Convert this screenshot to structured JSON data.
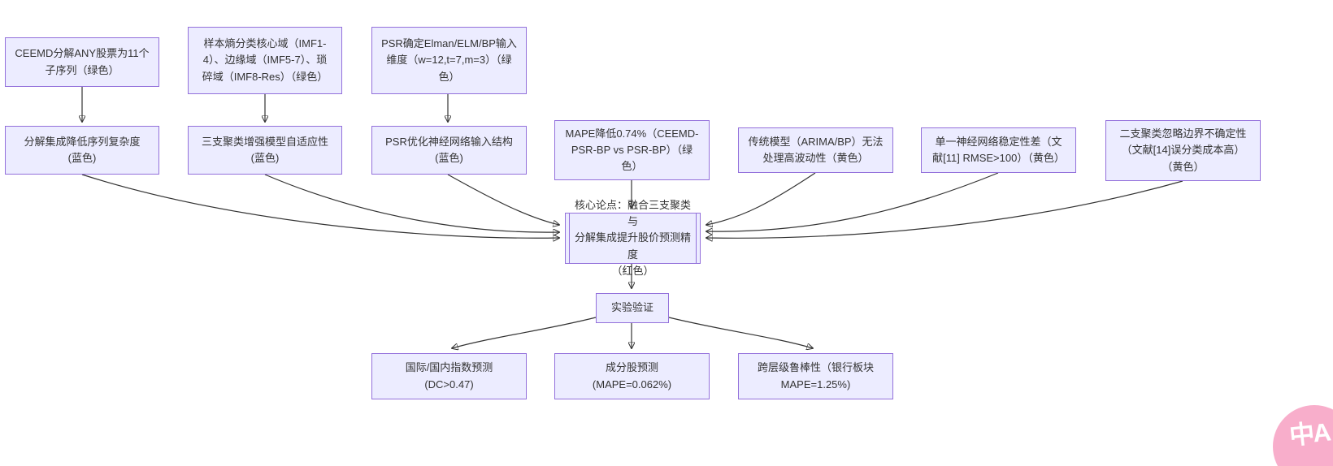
{
  "diagram": {
    "nodes": {
      "ceemd": {
        "label": "CEEMD分解ANY股票为11个\n子序列（绿色）"
      },
      "sample_entropy": {
        "label": "样本熵分类核心域（IMF1-\n4）、边缘域（IMF5-7）、琐\n碎域（IMF8-Res）（绿色）"
      },
      "psr_input": {
        "label": "PSR确定Elman/ELM/BP输入\n维度（w=12,t=7,m=3）（绿\n色）"
      },
      "decomp": {
        "label": "分解集成降低序列复杂度\n(蓝色)"
      },
      "three_way": {
        "label": "三支聚类增强模型自适应性\n(蓝色)"
      },
      "psr_opt": {
        "label": "PSR优化神经网络输入结构\n(蓝色)"
      },
      "mape": {
        "label": "MAPE降低0.74%（CEEMD-\nPSR-BP vs PSR-BP）（绿\n色）"
      },
      "traditional": {
        "label": "传统模型（ARIMA/BP）无法\n处理高波动性（黄色）"
      },
      "single_nn": {
        "label": "单一神经网络稳定性差（文\n献[11] RMSE>100）（黄色）"
      },
      "two_way": {
        "label": "二支聚类忽略边界不确定性\n（文献[14]误分类成本高）\n（黄色）"
      },
      "core": {
        "label": "核心论点：融合三支聚类与\n分解集成提升股价预测精度\n（红色）"
      },
      "verify": {
        "label": "实验验证"
      },
      "index_pred": {
        "label": "国际/国内指数预测\n(DC>0.47)"
      },
      "component_pred": {
        "label": "成分股预测\n(MAPE=0.062%)"
      },
      "robustness": {
        "label": "跨层级鲁棒性（银行板块\nMAPE=1.25%)"
      }
    },
    "edges": [
      {
        "from": "ceemd",
        "to": "decomp"
      },
      {
        "from": "sample_entropy",
        "to": "three_way"
      },
      {
        "from": "psr_input",
        "to": "psr_opt"
      },
      {
        "from": "decomp",
        "to": "core"
      },
      {
        "from": "three_way",
        "to": "core"
      },
      {
        "from": "psr_opt",
        "to": "core"
      },
      {
        "from": "mape",
        "to": "core"
      },
      {
        "from": "traditional",
        "to": "core"
      },
      {
        "from": "single_nn",
        "to": "core"
      },
      {
        "from": "two_way",
        "to": "core"
      },
      {
        "from": "core",
        "to": "verify"
      },
      {
        "from": "verify",
        "to": "index_pred"
      },
      {
        "from": "verify",
        "to": "component_pred"
      },
      {
        "from": "verify",
        "to": "robustness"
      }
    ],
    "colors": {
      "node_fill": "#ECECFF",
      "node_border": "#9370DB",
      "edge": "#333333",
      "text": "#333333",
      "badge_pink": "#f8aecb"
    }
  },
  "badge": {
    "label": "中A"
  }
}
